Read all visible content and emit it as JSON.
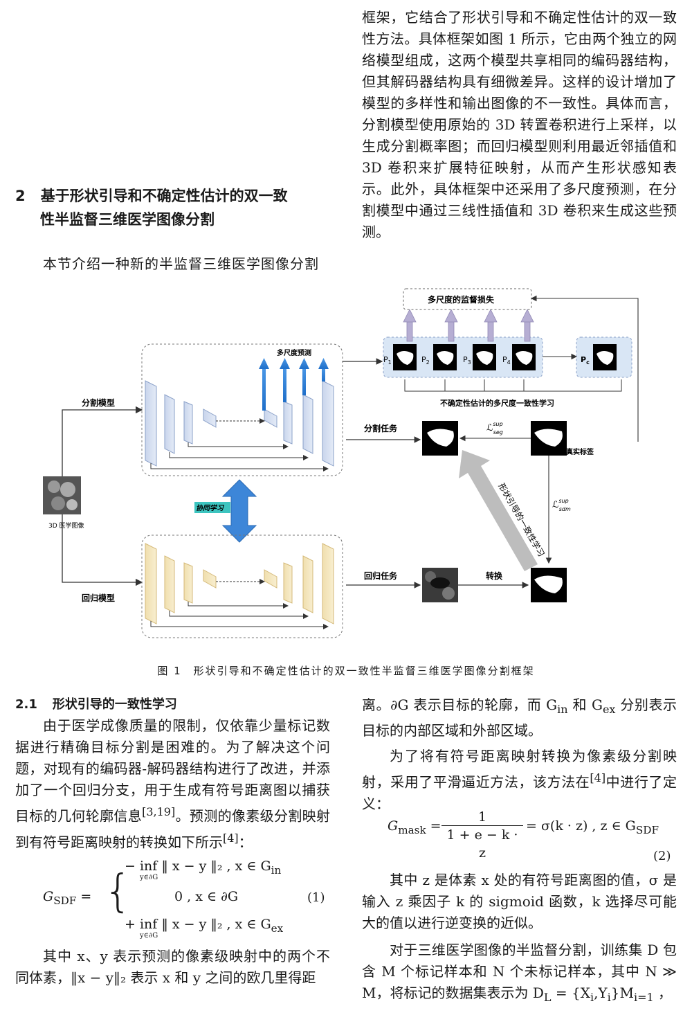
{
  "section": {
    "number": "2",
    "title_line1": "基于形状引导和不确定性估计的双一致",
    "title_line2": "性半监督三维医学图像分割"
  },
  "left_intro": "本节介绍一种新的半监督三维医学图像分割",
  "right_intro": "框架，它结合了形状引导和不确定性估计的双一致性方法。具体框架如图 1 所示，它由两个独立的网络模型组成，这两个模型共享相同的编码器结构，但其解码器结构具有细微差异。这样的设计增加了模型的多样性和输出图像的不一致性。具体而言，分割模型使用原始的 3D 转置卷积进行上采样，以生成分割概率图；而回归模型则利用最近邻插值和 3D 卷积来扩展特征映射，从而产生形状感知表示。此外，具体框架中还采用了多尺度预测，在分割模型中通过三线性插值和 3D 卷积来生成这些预测。",
  "figure": {
    "multi_scale_loss": "多尺度的监督损失",
    "multi_scale_pred": "多尺度预测",
    "seg_model": "分割模型",
    "reg_model": "回归模型",
    "input_label": "3D 医学图像",
    "cooperative": "协同学习",
    "uncertainty": "不确定性估计的多尺度一致性学习",
    "seg_task": "分割任务",
    "reg_task": "回归任务",
    "gt_label": "真实标签",
    "transform": "转换",
    "shape_guided": "形状引导的一致性学习",
    "p1": "P",
    "p1_sub": "1",
    "p2": "P",
    "p2_sub": "2",
    "p3": "P",
    "p3_sub": "3",
    "p4": "P",
    "p4_sub": "4",
    "pc": "P",
    "pc_sub": "c",
    "loss_seg": "ℒ",
    "loss_seg_sup": "sup",
    "loss_seg_sub": "seg",
    "loss_sdm": "ℒ",
    "loss_sdm_sup": "sup",
    "loss_sdm_sub": "sdm"
  },
  "caption": "图 1　形状引导和不确定性估计的双一致性半监督三维医学图像分割框架",
  "subsection": {
    "number": "2.1",
    "title": "形状引导的一致性学习"
  },
  "left_para1": "由于医学成像质量的限制，仅依靠少量标记数据进行精确目标分割是困难的。为了解决这个问题，对现有的编码器-解码器结构进行了改进，并添加了一个回归分支，用于生成有符号距离图以捕获目标的几何轮廓信息",
  "left_para1_ref": "[3,19]",
  "left_para1_tail": "。预测的像素级分割映射到有符号距离映射的转换如下所示",
  "left_para1_ref2": "[4]",
  "left_para1_end": "：",
  "eq1": {
    "lhs": "G",
    "lhs_sub": "SDF",
    "row1": "− inf ‖ x − y ‖₂ , x ∈ G",
    "row1_sub": "in",
    "row1_under": "y∈∂G",
    "row2": "0 , x ∈ ∂G",
    "row3": "+ inf ‖ x − y ‖₂ , x ∈ G",
    "row3_sub": "ex",
    "row3_under": "y∈∂G",
    "number": "(1)"
  },
  "left_para2": "其中 x、y 表示预测的像素级映射中的两个不同体素，‖x − y‖₂ 表示 x 和 y 之间的欧几里得距",
  "right_para1": "离。∂G 表示目标的轮廓，而 G",
  "right_para1_sub1": "in",
  "right_para1_mid": " 和 G",
  "right_para1_sub2": "ex",
  "right_para1_tail": " 分别表示目标的内部区域和外部区域。",
  "right_para2": "为了将有符号距离映射转换为像素级分割映射，采用了平滑逼近方法，该方法在",
  "right_para2_ref": "[4]",
  "right_para2_tail": "中进行了定义：",
  "eq2": {
    "lhs": "G",
    "lhs_sub": "mask",
    "numerator": "1",
    "denominator": "1 + e − k · z",
    "rhs": "= σ(k · z) , z ∈ G",
    "rhs_sub": "SDF",
    "number": "(2)"
  },
  "right_para3": "其中 z 是体素 x 处的有符号距离图的值，σ 是输入 z 乘因子 k 的 sigmoid 函数，k 选择尽可能大的值以进行逆变换的近似。",
  "right_para4": "对于三维医学图像的半监督分割，训练集 D 包含 M 个标记样本和 N 个未标记样本，其中 N ≫ M，将标记的数据集表示为 D",
  "right_para4_sub": "L",
  "right_para4_tail": " = {X",
  "right_para4_sub2": "i",
  "right_para4_tail2": ",Y",
  "right_para4_sub3": "i",
  "right_para4_tail3": "}M",
  "right_para4_sub4": "i=1",
  "right_para4_end": " ，"
}
